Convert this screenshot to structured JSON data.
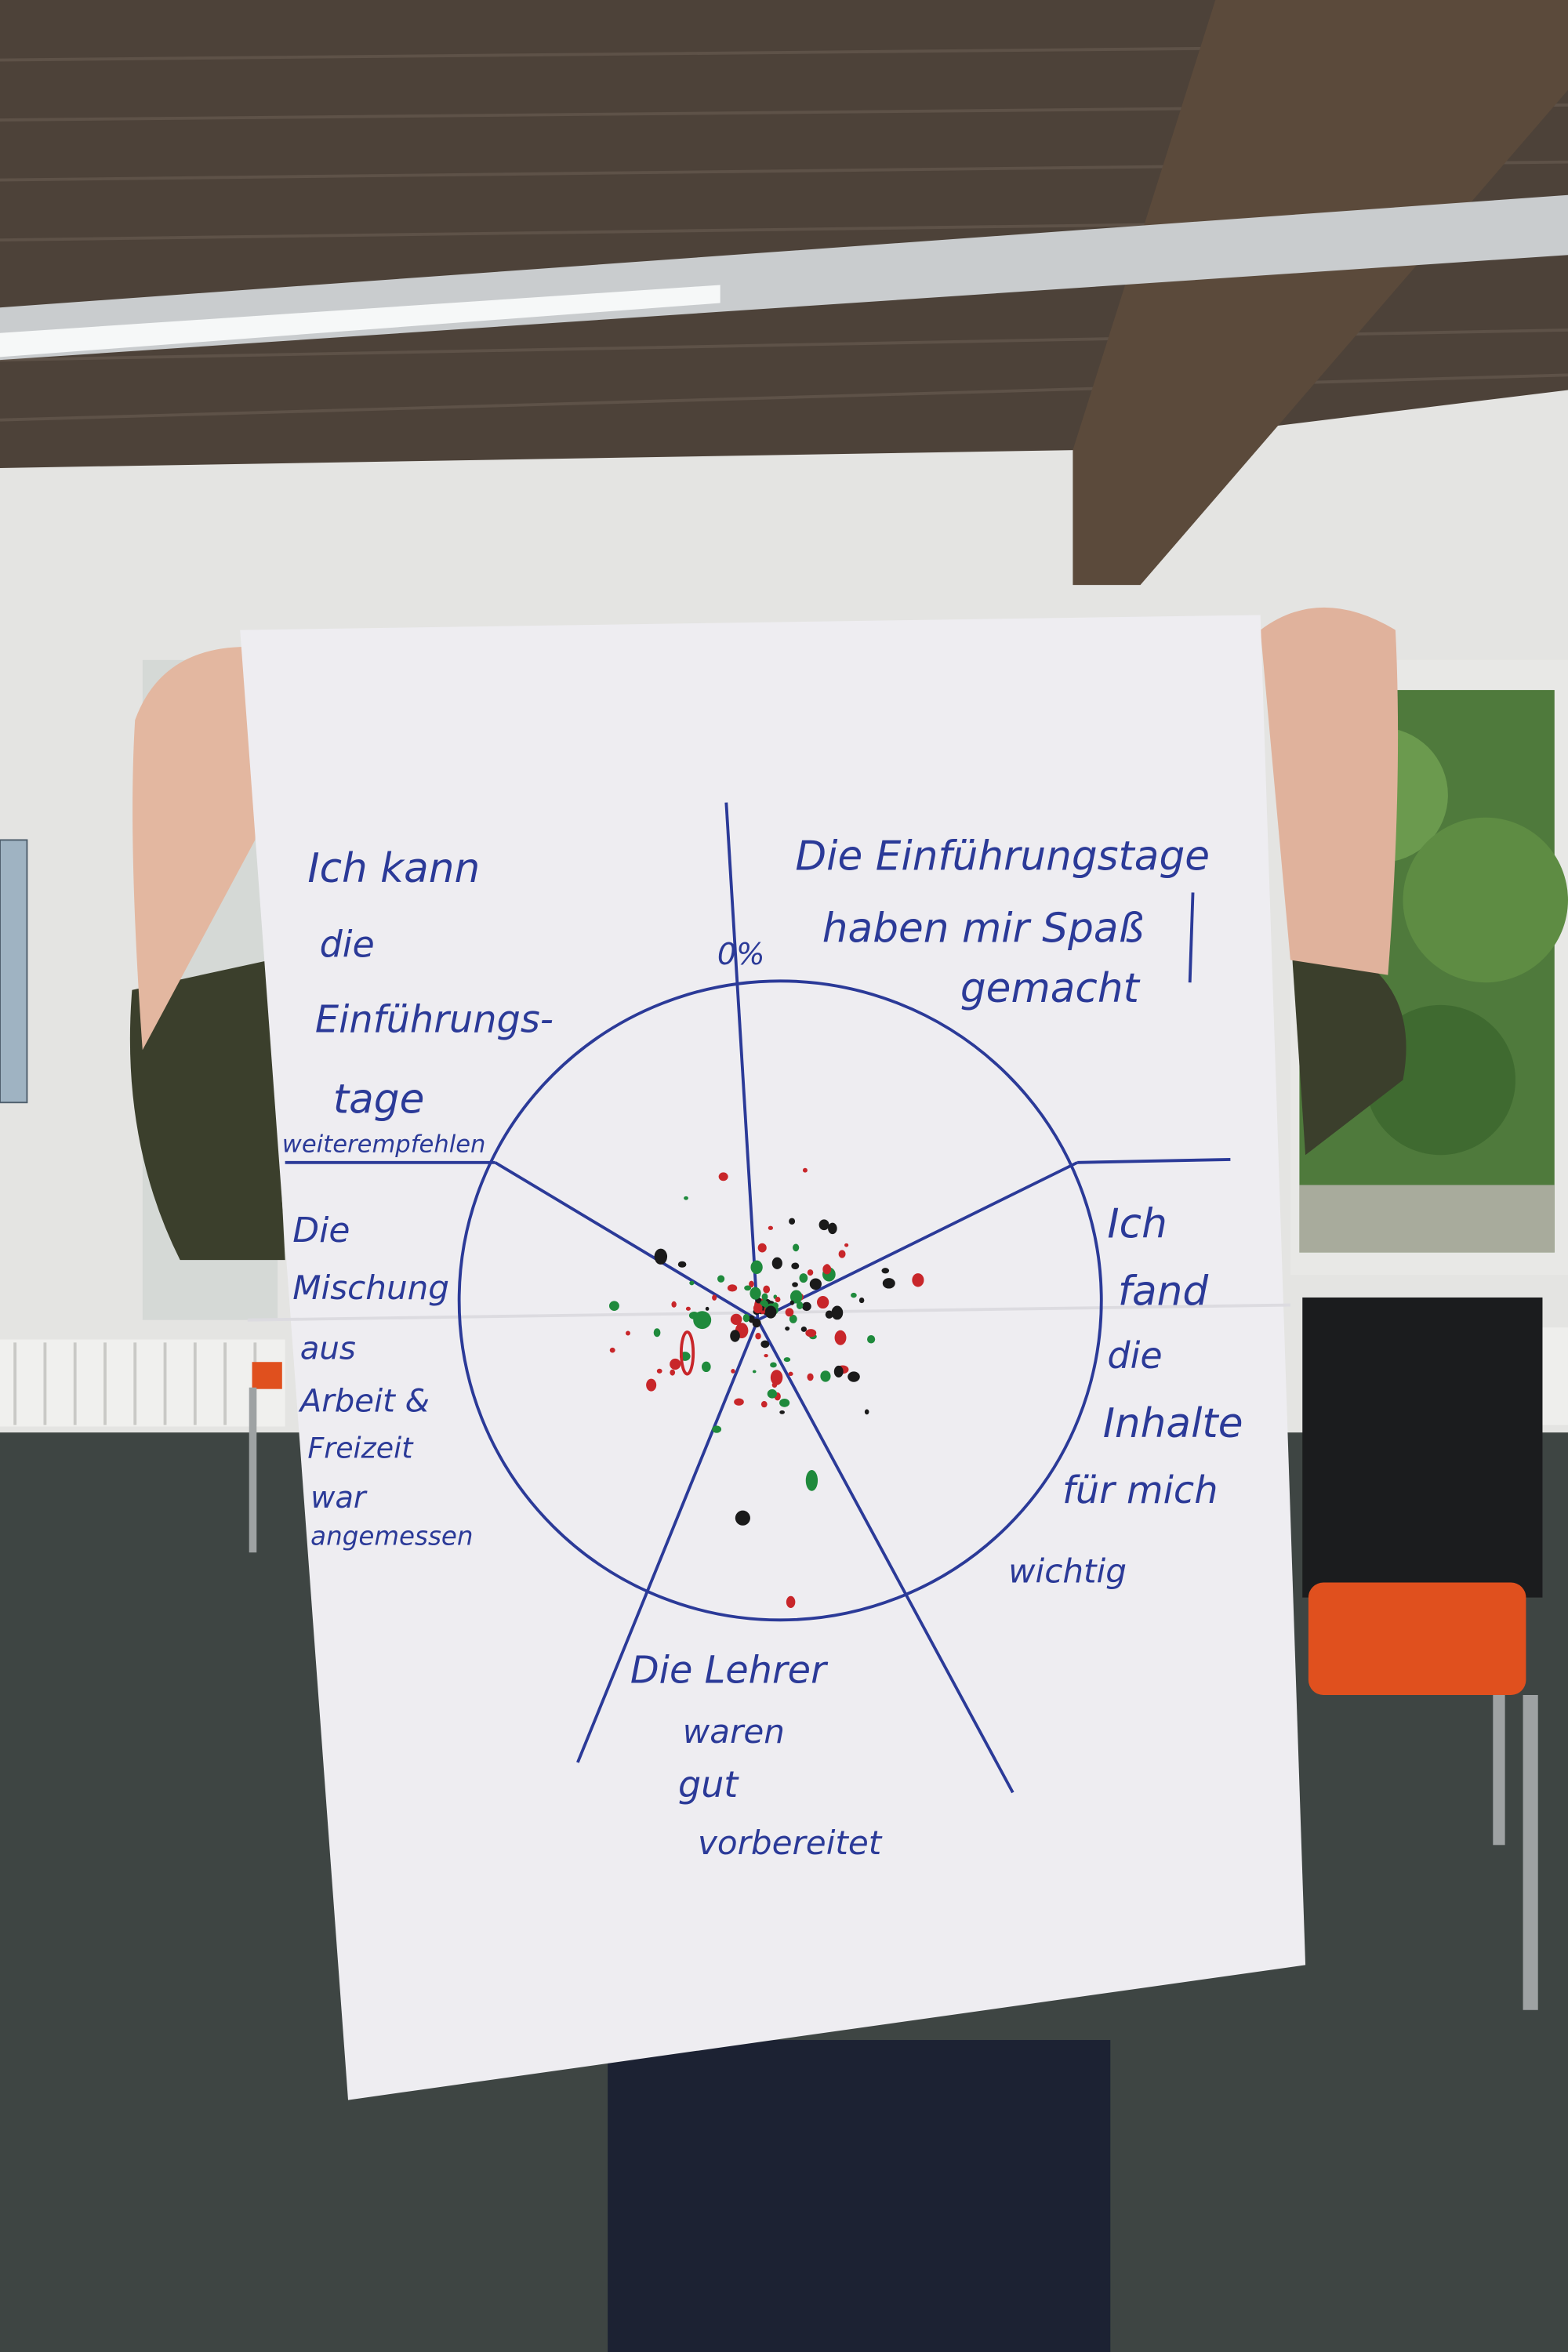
{
  "flipchart": {
    "zero_label": "0%",
    "segments": [
      {
        "lines": [
          "Die Einführungstage",
          "haben mir Spaß",
          "gemacht"
        ]
      },
      {
        "lines": [
          "Ich",
          "fand",
          "die",
          "Inhalte",
          "für mich",
          "wichtig"
        ]
      },
      {
        "lines": [
          "Die Lehrer",
          "waren",
          "gut",
          "vorbereitet"
        ]
      },
      {
        "lines": [
          "Die",
          "Mischung",
          "aus",
          "Arbeit &",
          "Freizeit",
          "war",
          "angemessen"
        ]
      },
      {
        "lines": [
          "Ich kann",
          "die",
          "Einführungs-",
          "tage",
          "weiterempfehlen"
        ]
      }
    ]
  },
  "colors": {
    "marker_blue": "#2b3a98",
    "dot_colors": [
      "#1a1a1a",
      "#c8262a",
      "#1f8a3c"
    ],
    "paper": "#eeedf1",
    "wall": "#e6e6e4",
    "ceiling": "#4a3f36",
    "floor": "#3f4644",
    "sweater": "#3b3f2c",
    "chair": "#e0501e"
  }
}
